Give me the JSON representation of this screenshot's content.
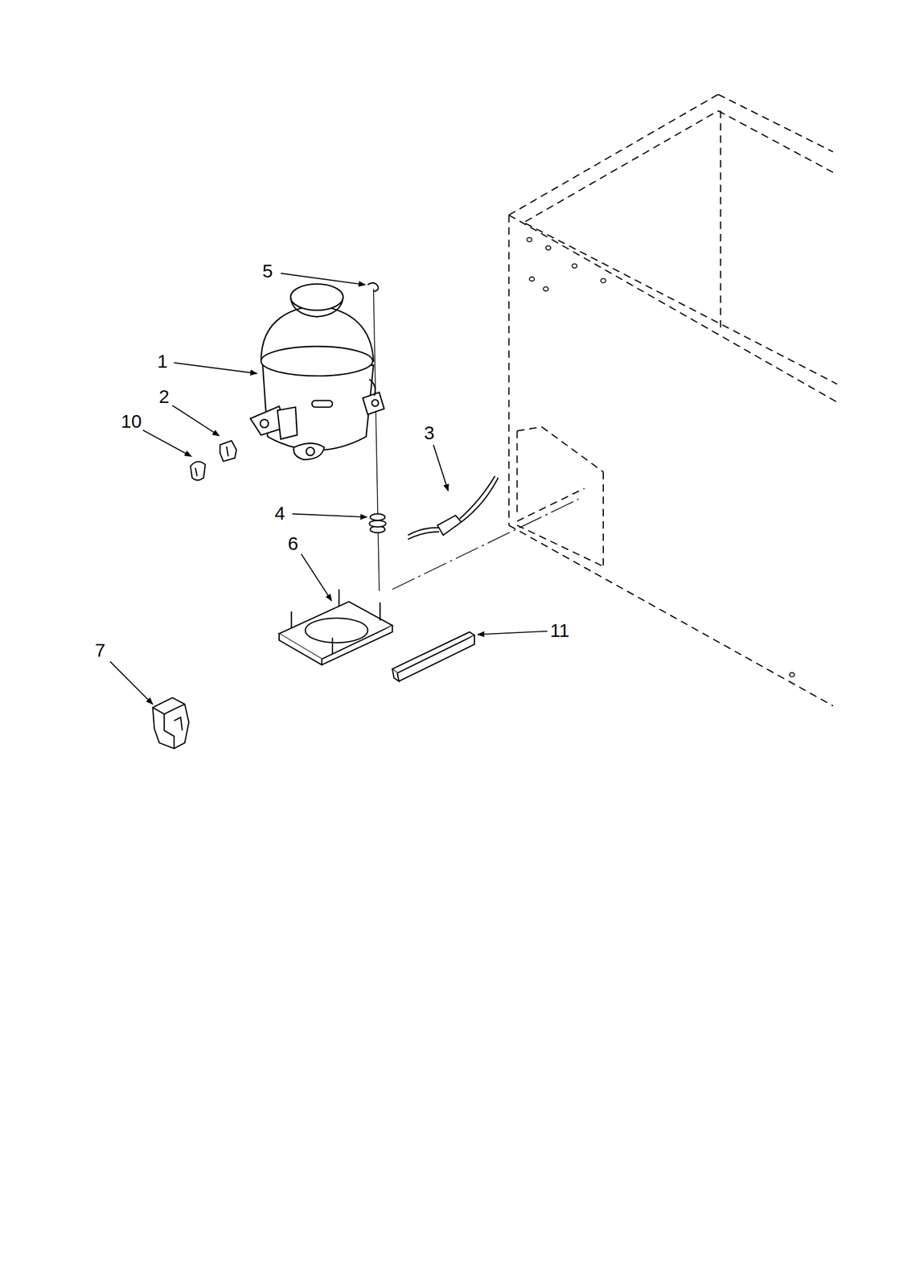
{
  "diagram": {
    "labels": [
      "5",
      "1",
      "2",
      "10",
      "3",
      "4",
      "6",
      "11",
      "7"
    ]
  }
}
